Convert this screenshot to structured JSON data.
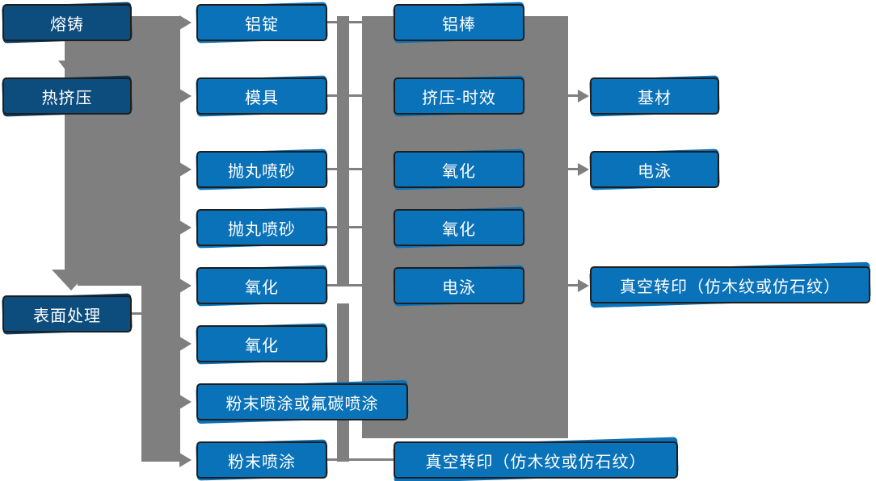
{
  "colors": {
    "primary_blue": "#0a72b8",
    "dark_navy": "#0d4d7e",
    "navy_shadow": "#0a3c63",
    "connector_gray": "#7f7f7f",
    "node_border": "#1e1e1e",
    "node_text": "#ffffff"
  },
  "nodes": {
    "col1": [
      "熔铸",
      "热挤压",
      "表面处理"
    ],
    "col2": [
      "铝锭",
      "模具",
      "抛丸喷砂",
      "抛丸喷砂",
      "氧化",
      "氧化",
      "粉末喷涂或氟碳喷涂",
      "粉末喷涂"
    ],
    "col3": [
      "铝棒",
      "挤压-时效",
      "氧化",
      "氧化",
      "电泳",
      "真空转印（仿木纹或仿石纹）"
    ],
    "col4": [
      "基材",
      "电泳",
      "真空转印（仿木纹或仿石纹）"
    ]
  }
}
